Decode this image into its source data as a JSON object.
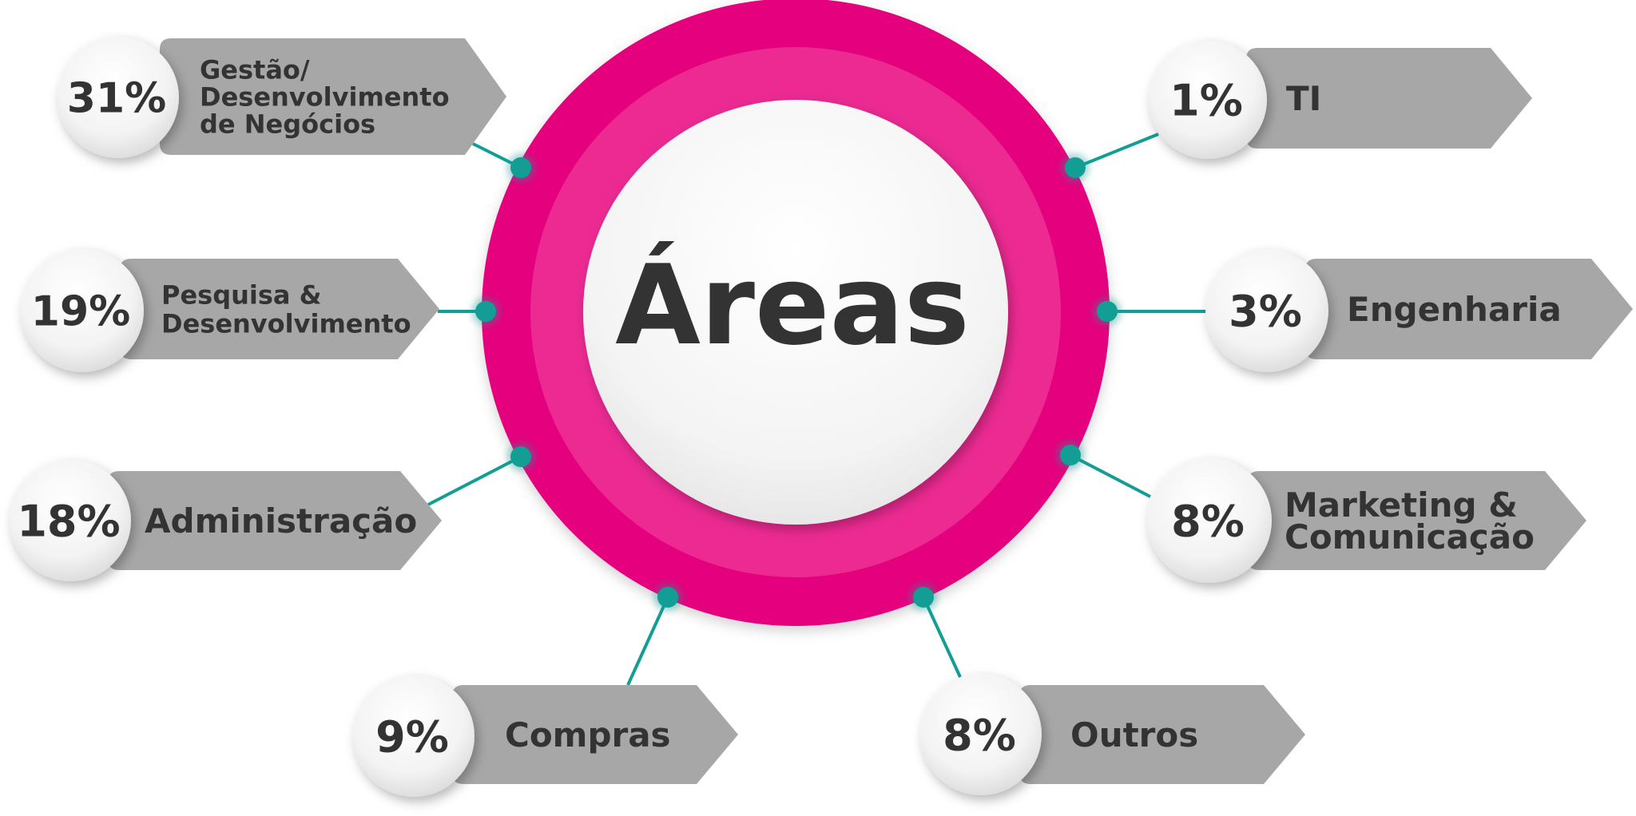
{
  "center": {
    "title": "Áreas"
  },
  "colors": {
    "outer_ring": "#E5007D",
    "inner_ring": "#EC2A92",
    "label_bg": "#A7A7A7",
    "connector": "#129E95",
    "text": "#333333"
  },
  "items": [
    {
      "id": "gestao",
      "percent": "31%",
      "lines": [
        "Gestão/",
        "Desenvolvimento",
        "de Negócios"
      ]
    },
    {
      "id": "pesquisa",
      "percent": "19%",
      "lines": [
        "Pesquisa &",
        "Desenvolvimento"
      ]
    },
    {
      "id": "administracao",
      "percent": "18%",
      "lines": [
        "Administração"
      ]
    },
    {
      "id": "compras",
      "percent": "9%",
      "lines": [
        "Compras"
      ]
    },
    {
      "id": "outros",
      "percent": "8%",
      "lines": [
        "Outros"
      ]
    },
    {
      "id": "marketing",
      "percent": "8%",
      "lines": [
        "Marketing &",
        "Comunicação"
      ]
    },
    {
      "id": "engenharia",
      "percent": "3%",
      "lines": [
        "Engenharia"
      ]
    },
    {
      "id": "ti",
      "percent": "1%",
      "lines": [
        "TI"
      ]
    }
  ]
}
